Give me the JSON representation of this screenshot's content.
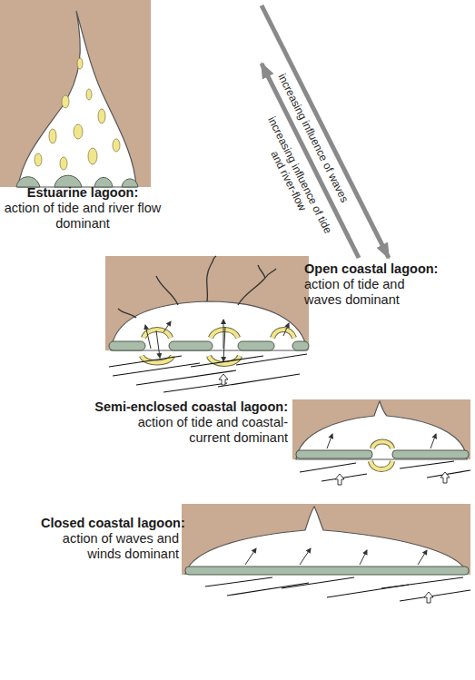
{
  "diagram": {
    "nodes": [
      {
        "text": [
          "Estuarine lagoon:",
          "action of tide and river flow dominant"
        ]
      },
      {
        "text": [
          "Open coastal lagoon:",
          "action of tide and waves dominant"
        ]
      },
      {
        "text": [
          "Semi-enclosed coastal lagoon:",
          "action of tide and coastal-current dominant"
        ]
      },
      {
        "text": [
          "Closed coastal lagoon:",
          "action of waves and winds dominant"
        ]
      }
    ],
    "edges": [
      {
        "from": 0,
        "to": 1,
        "arrow": "to",
        "label": "increasing influence of waves"
      },
      {
        "from": 1,
        "to": 0,
        "arrow": "to",
        "label": "increasing influence of tide and river-flow"
      }
    ]
  }
}
